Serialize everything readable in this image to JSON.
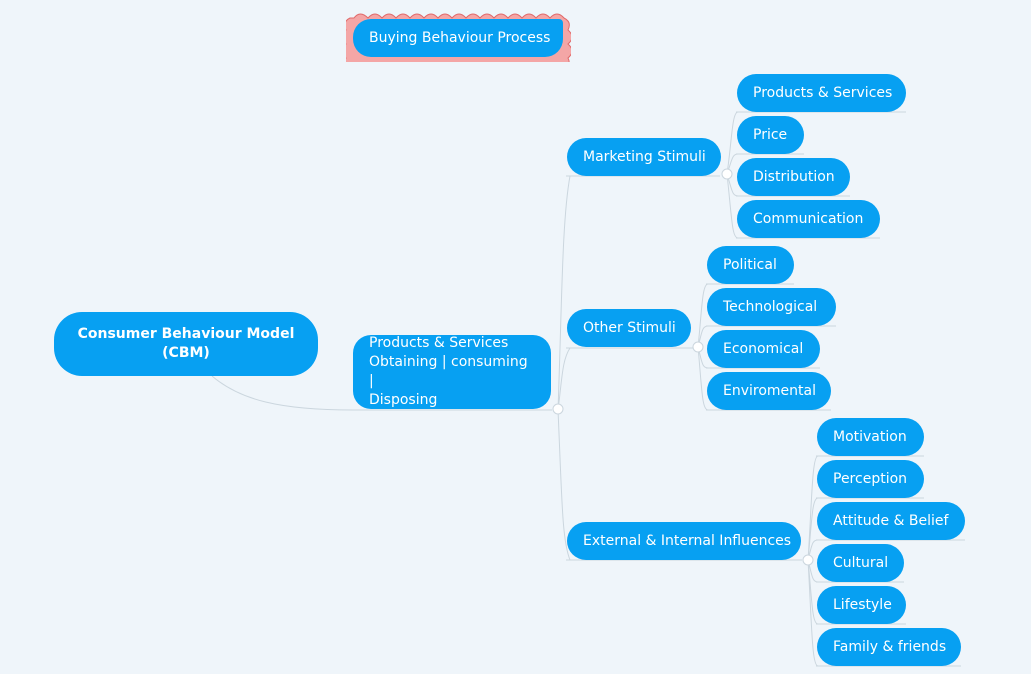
{
  "floating_topic": "Buying Behaviour Process",
  "root": "Consumer Behaviour Model (CBM)",
  "central": {
    "lines": [
      "Products & Services",
      "Obtaining | consuming |",
      "Disposing"
    ]
  },
  "branches": [
    {
      "label": "Marketing Stimuli",
      "children": [
        "Products & Services",
        "Price",
        "Distribution",
        "Communication"
      ]
    },
    {
      "label": "Other Stimuli",
      "children": [
        "Political",
        "Technological",
        "Economical",
        "Enviromental"
      ]
    },
    {
      "label": "External & Internal Influences",
      "children": [
        "Motivation",
        "Perception",
        "Attitude & Belief",
        "Cultural",
        "Lifestyle",
        "Family & friends"
      ]
    }
  ],
  "colors": {
    "node_fill": "#07a0f2",
    "node_text": "#ffffff",
    "connector": "#cbd6de",
    "background": "#eff5fa",
    "cloud_fill": "#f4a6a6",
    "cloud_stroke": "#e06a6a"
  }
}
